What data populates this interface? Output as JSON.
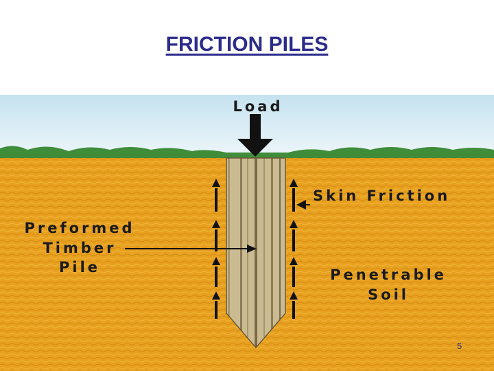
{
  "slide": {
    "title": "FRICTION PILES",
    "page_number": "5"
  },
  "diagram": {
    "load_label": "Load",
    "skin_friction_label": "Skin Friction",
    "pile_label_lines": [
      "Preformed",
      "Timber",
      "Pile"
    ],
    "soil_label_lines": [
      "Penetrable",
      "Soil"
    ]
  },
  "colors": {
    "title": "#2b2b8c",
    "soil": "#e8a11f",
    "sky": "#cfe6f2",
    "grass": "#3f8c3a",
    "pile": "#c9b88f"
  }
}
